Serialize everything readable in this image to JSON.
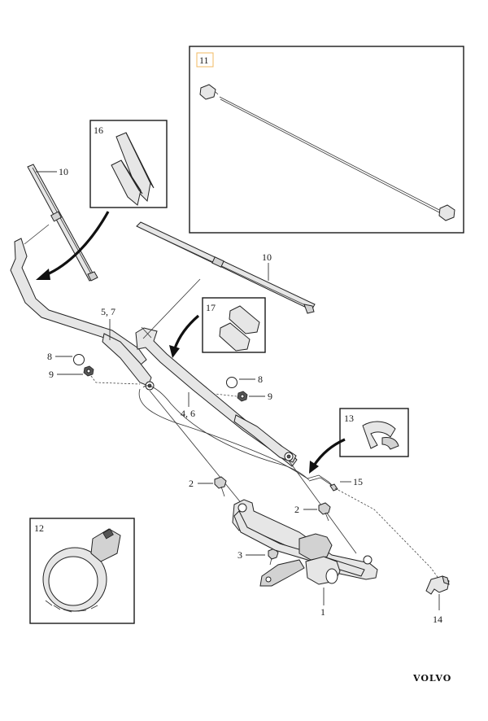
{
  "callouts": {
    "c1": "1",
    "c2a": "2",
    "c2b": "2",
    "c3": "3",
    "c4_6": "4, 6",
    "c5_7": "5, 7",
    "c8a": "8",
    "c8b": "8",
    "c9a": "9",
    "c9b": "9",
    "c10a": "10",
    "c10b": "10",
    "c11": "11",
    "c12": "12",
    "c13": "13",
    "c14": "14",
    "c15": "15",
    "c16": "16",
    "c17": "17"
  },
  "brand": "VOLVO",
  "colors": {
    "line": "#1a1a1a",
    "part_fill": "#e6e6e6",
    "highlight": "#f0b860"
  }
}
